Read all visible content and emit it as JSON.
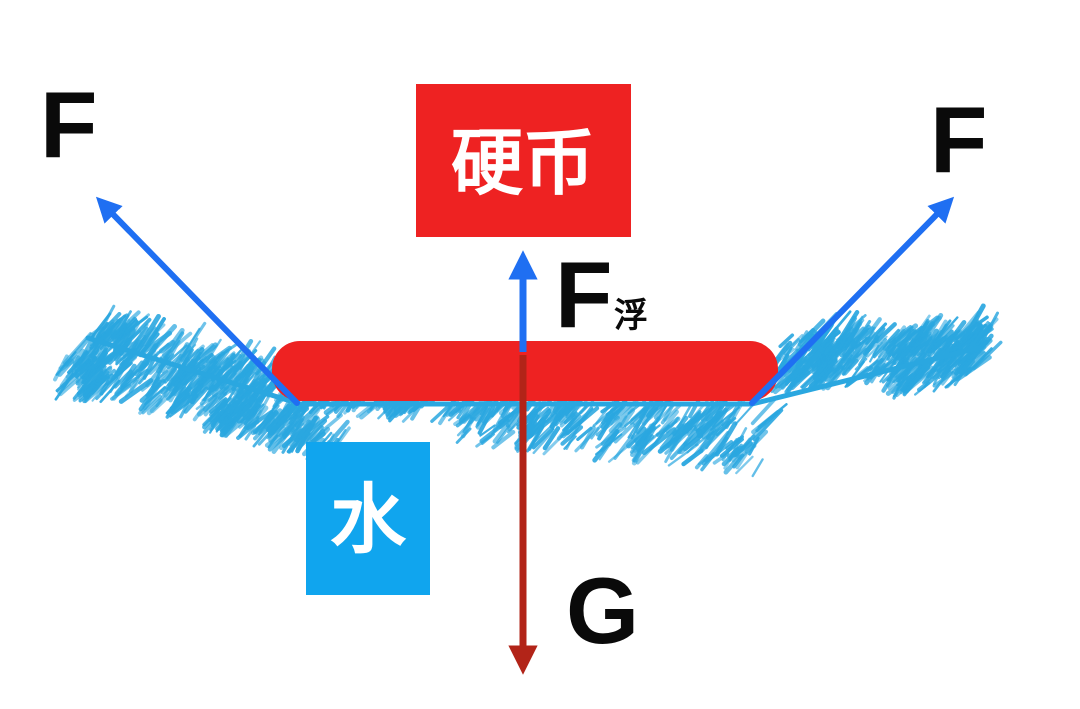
{
  "labels": {
    "force_left": "F",
    "force_right": "F",
    "buoyancy_main": "F",
    "buoyancy_sub": "浮",
    "gravity": "G",
    "coin": "硬币",
    "water": "水"
  },
  "colors": {
    "coin_red": "#ee2222",
    "water_blue": "#2aa7e0",
    "water_box": "#10a5ee",
    "arrow_blue": "#1f6ff2",
    "gravity_red": "#b22418",
    "text_black": "#0a0a0a",
    "text_white": "#ffffff"
  }
}
